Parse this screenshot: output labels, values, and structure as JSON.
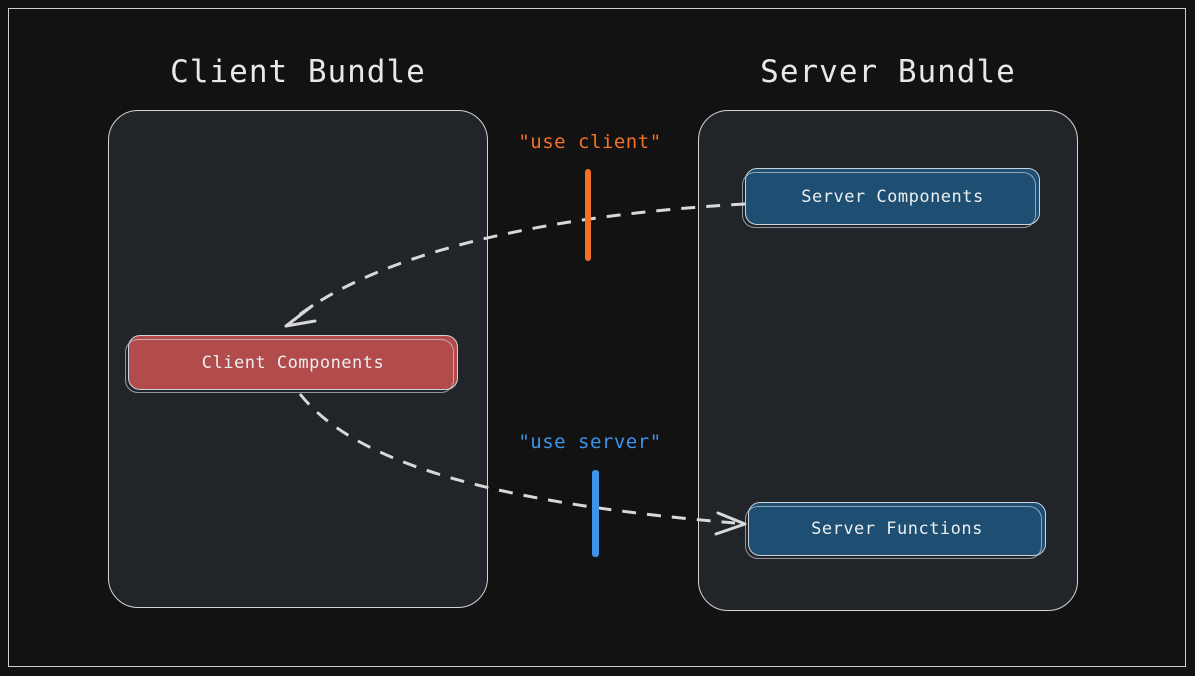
{
  "diagram": {
    "title_client": "Client Bundle",
    "title_server": "Server Bundle",
    "background_color": "#121212",
    "frame_color": "#cfcfcf",
    "containers": [
      {
        "name": "client-bundle",
        "label": "Client Bundle",
        "fill": "#212429",
        "stroke": "#d4d4d4"
      },
      {
        "name": "server-bundle",
        "label": "Server Bundle",
        "fill": "#212429",
        "stroke": "#d4d4d4"
      }
    ],
    "nodes": [
      {
        "name": "server-components",
        "label": "Server Components",
        "fill": "#1e4e72",
        "text_color": "#eceff1",
        "bundle": "Server Bundle"
      },
      {
        "name": "server-functions",
        "label": "Server Functions",
        "fill": "#1e4e72",
        "text_color": "#eceff1",
        "bundle": "Server Bundle"
      },
      {
        "name": "client-components",
        "label": "Client Components",
        "fill": "#b24b4b",
        "text_color": "#eceff1",
        "bundle": "Client Bundle"
      }
    ],
    "edges": [
      {
        "name": "use-client-edge",
        "label": "\"use client\"",
        "label_color": "#f2712a",
        "marker_color": "#f2712a",
        "style": "dashed",
        "from": "Server Components",
        "to": "Client Components"
      },
      {
        "name": "use-server-edge",
        "label": "\"use server\"",
        "label_color": "#3d94e8",
        "marker_color": "#3d94e8",
        "style": "dashed",
        "from": "Client Components",
        "to": "Server Functions"
      }
    ]
  }
}
